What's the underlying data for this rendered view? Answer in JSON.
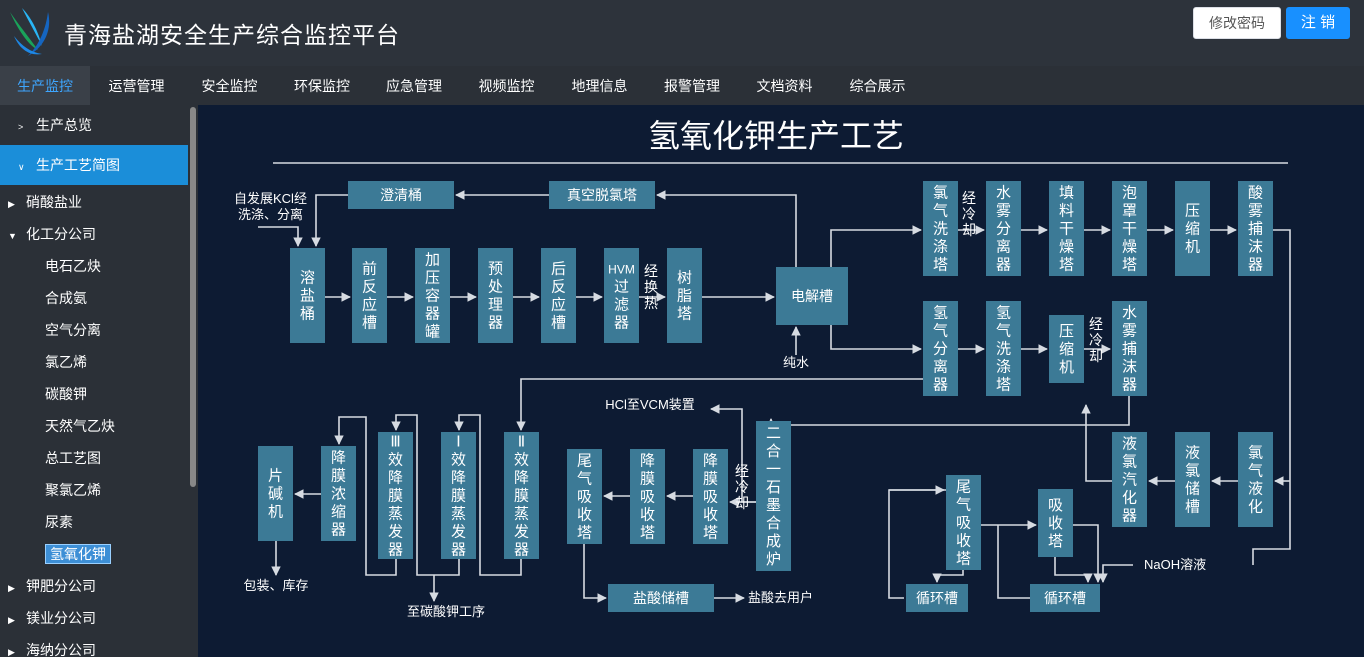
{
  "header": {
    "title": "青海盐湖安全生产综合监控平台",
    "change_password": "修改密码",
    "logout": "注 销"
  },
  "nav": {
    "items": [
      "生产监控",
      "运营管理",
      "安全监控",
      "环保监控",
      "应急管理",
      "视频监控",
      "地理信息",
      "报警管理",
      "文档资料",
      "综合展示"
    ]
  },
  "sidebar": {
    "overview": "生产总览",
    "process": "生产工艺简图",
    "groups": [
      "硝酸盐业",
      "化工分公司",
      "钾肥分公司",
      "镁业分公司",
      "海纳分公司"
    ],
    "sub_items": [
      "电石乙炔",
      "合成氨",
      "空气分离",
      "氯乙烯",
      "碳酸钾",
      "天然气乙炔",
      "总工艺图",
      "聚氯乙烯",
      "尿素",
      "氢氧化钾"
    ]
  },
  "diagram": {
    "title": "氢氧化钾生产工艺",
    "units": {
      "clarifier": "澄清桶",
      "vacuum_dechlor": "真空脱氯塔",
      "dissolver": "溶盐桶",
      "pre_reactor": "前反应槽",
      "pressure_tank": "加压容器罐",
      "pretreater": "预处理器",
      "post_reactor": "后反应槽",
      "hvm_filter": "HVM过滤器",
      "resin_tower": "树脂塔",
      "electrolyzer": "电解槽",
      "cl_wash": "氯气洗涤塔",
      "cl_mist_sep": "水雾分离器",
      "packed_dryer": "填料干燥塔",
      "bubble_dryer": "泡罩干燥塔",
      "cl_compressor": "压缩机",
      "acid_mist": "酸雾捕沫器",
      "h_sep": "氢气分离器",
      "h_wash": "氢气洗涤塔",
      "h_compressor": "压缩机",
      "h_mist": "水雾捕沫器",
      "synth_furnace": "二合一石墨合成炉",
      "cl_liquefy": "氯气液化",
      "liq_cl_store": "液氯储槽",
      "liq_cl_vaporizer": "液氯汽化器",
      "absorber1": "降膜吸收塔",
      "absorber2": "降膜吸收塔",
      "tail_absorber": "尾气吸收塔",
      "hcl_store": "盐酸储槽",
      "film_ii": "Ⅱ效降膜蒸发器",
      "film_i": "Ⅰ效降膜蒸发器",
      "film_iii": "Ⅲ效降膜蒸发器",
      "film_conc": "降膜浓缩器",
      "flaker": "片碱机",
      "tail_absorber2": "尾气吸收塔",
      "absorb_tower": "吸收塔",
      "circ_tank1": "循环槽",
      "circ_tank2": "循环槽"
    },
    "labels": {
      "feed": "自发展KCl经洗涤、分离",
      "pure_water": "纯水",
      "heat_exchange": "经换热",
      "cooling1": "经冷却",
      "cooling2": "经冷却",
      "cooling3": "经冷却",
      "hcl_vcm": "HCl至VCM装置",
      "hcl_user": "盐酸去用户",
      "packing": "包装、库存",
      "to_k2co3": "至碳酸钾工序",
      "naoh": "NaOH溶液"
    },
    "colors": {
      "box": "#3c7a96",
      "line": "#d6dbe2",
      "bg": "#0d1b33"
    }
  }
}
